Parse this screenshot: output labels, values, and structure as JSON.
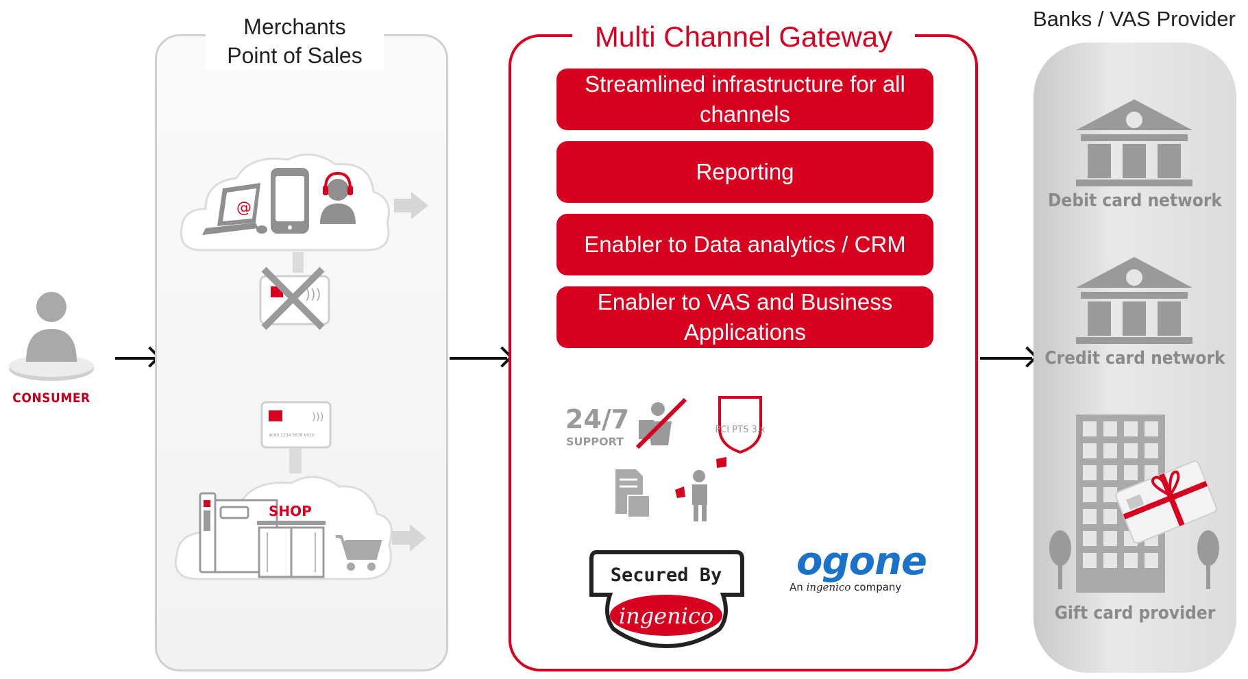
{
  "consumer": {
    "label": "CONSUMER"
  },
  "merchants": {
    "title_line1": "Merchants",
    "title_line2": "Point of Sales",
    "shop_label": "SHOP",
    "card_number": "4000 1234 5678 9010"
  },
  "gateway": {
    "title": "Multi Channel Gateway",
    "features": [
      "Streamlined infrastructure for all channels",
      "Reporting",
      "Enabler to Data analytics / CRM",
      "Enabler to VAS and Business Applications"
    ],
    "support_number": "24/7",
    "support_label": "SUPPORT",
    "pci_label": "PCI PTS 3.x",
    "secured_by": "Secured By",
    "ingenico": "ingenico",
    "ogone": "ogone",
    "ogone_sub_prefix": "An",
    "ogone_sub_brand": "ingenico",
    "ogone_sub_suffix": "company"
  },
  "banks": {
    "title": "Banks / VAS Provider",
    "providers": [
      "Debit card network",
      "Credit card network",
      "Gift card provider"
    ]
  },
  "colors": {
    "accent": "#d8001f",
    "gray": "#a9a9a9"
  }
}
